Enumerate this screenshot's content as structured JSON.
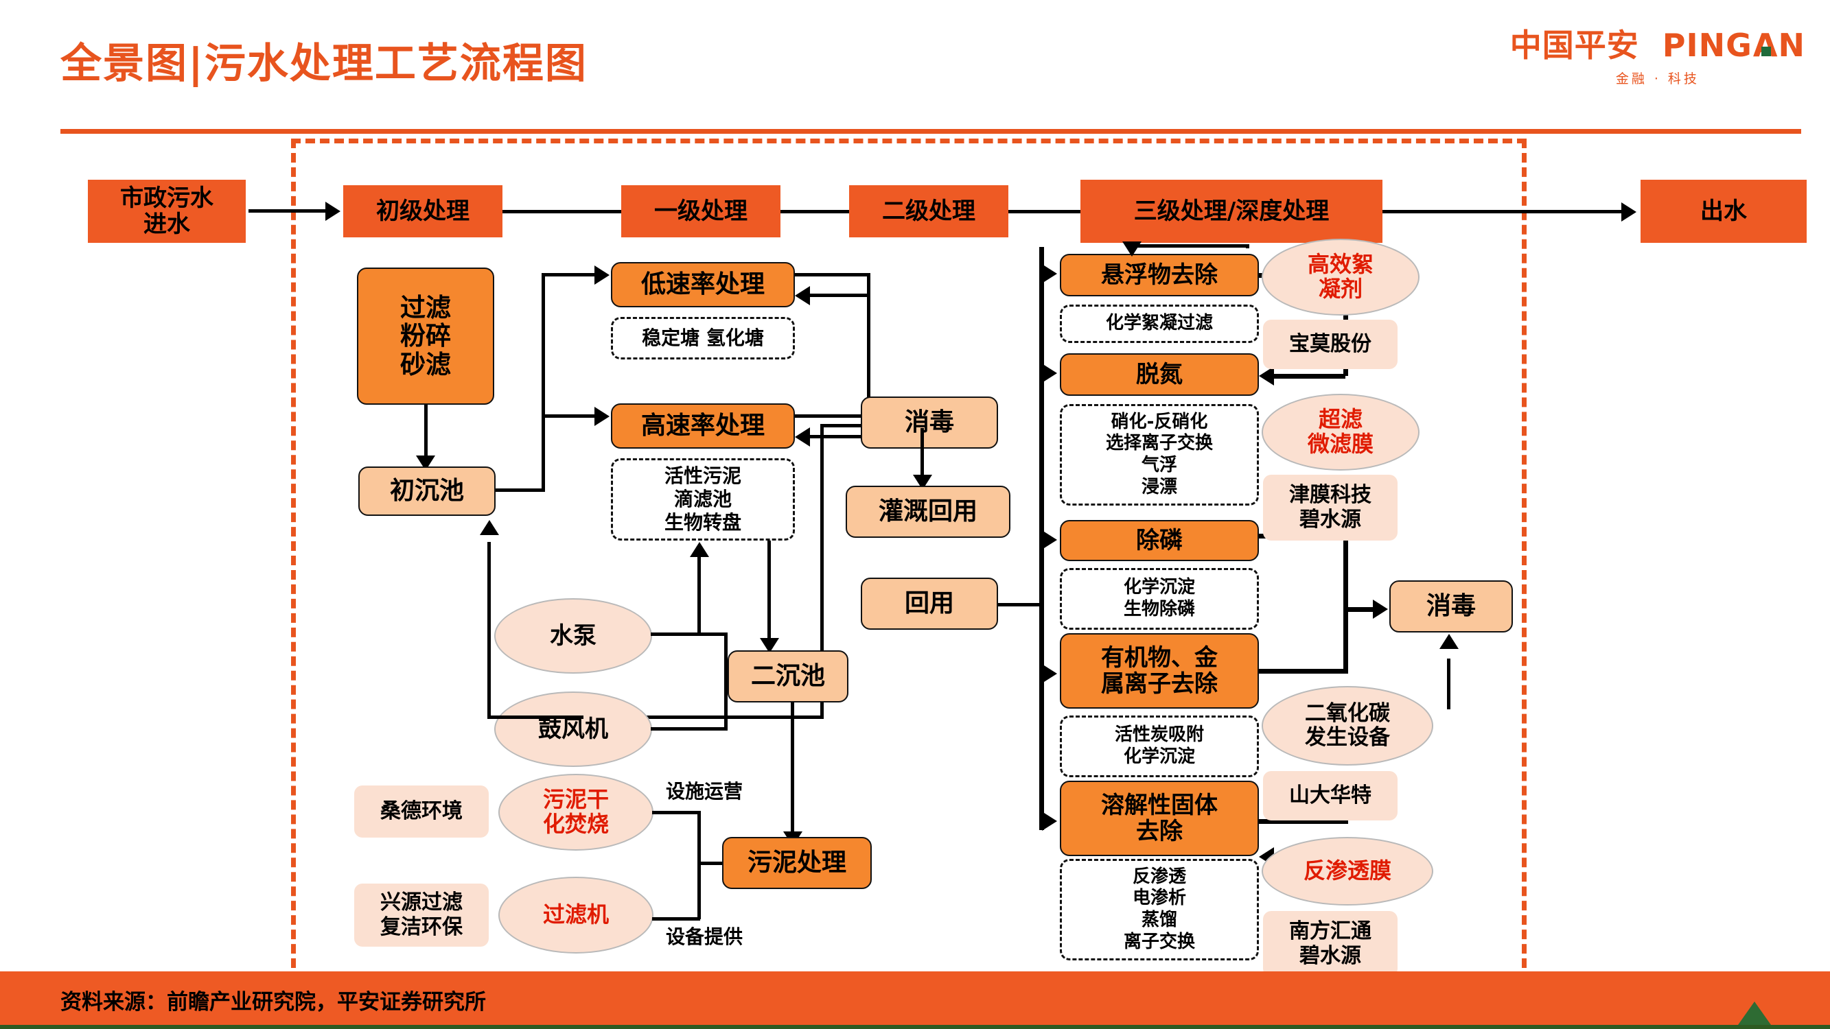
{
  "header": {
    "title": "全景图|污水处理工艺流程图",
    "logo_main": "中国平安 PING AN",
    "logo_main_cn": "中国平安",
    "logo_main_en1": "PING",
    "logo_main_en2": "AN",
    "logo_sub": "金融 · 科技"
  },
  "colors": {
    "brand_orange": "#E8541E",
    "node_solid": "#EE5A24",
    "node_dark": "#F5872E",
    "node_light": "#FAC79B",
    "tag_fill": "#FBE0D1",
    "red_text": "#E01B00",
    "footer_green": "#2E5B22"
  },
  "top_flow": {
    "inlet": "市政污水\n进水",
    "inlet_line1": "市政污水",
    "inlet_line2": "进水",
    "stages": [
      {
        "label": "初级处理"
      },
      {
        "label": "一级处理"
      },
      {
        "label": "二级处理"
      },
      {
        "label": "三级处理/深度处理"
      }
    ],
    "outlet": "出水"
  },
  "primary": {
    "pretreat_l1": "过滤",
    "pretreat_l2": "粉碎",
    "pretreat_l3": "砂滤",
    "primary_clarifier": "初沉池",
    "low_rate": "低速率处理",
    "low_rate_detail": "稳定塘 氢化塘",
    "high_rate": "高速率处理",
    "high_rate_detail": [
      "活性污泥",
      "滴滤池",
      "生物转盘"
    ],
    "secondary_clarifier": "二沉池",
    "pump": "水泵",
    "blower": "鼓风机"
  },
  "middle": {
    "disinfect": "消毒",
    "irrigation_reuse": "灌溉回用",
    "reuse": "回用"
  },
  "sludge": {
    "company_1": "桑德环境",
    "ellipse_1_l1": "污泥干",
    "ellipse_1_l2": "化焚烧",
    "edge_label_1": "设施运营",
    "company_2_l1": "兴源过滤",
    "company_2_l2": "复洁环保",
    "ellipse_2": "过滤机",
    "edge_label_2": "设备提供",
    "sludge_treatment": "污泥处理"
  },
  "tertiary": {
    "steps": [
      {
        "title": "悬浮物去除",
        "title_lines": [
          "悬浮物去除"
        ],
        "detail": [
          "化学絮凝过滤"
        ]
      },
      {
        "title": "脱氮",
        "title_lines": [
          "脱氮"
        ],
        "detail": [
          "硝化-反硝化",
          "选择离子交换",
          "气浮",
          "浸漂"
        ]
      },
      {
        "title": "除磷",
        "title_lines": [
          "除磷"
        ],
        "detail": [
          "化学沉淀",
          "生物除磷"
        ]
      },
      {
        "title": "有机物、金属离子去除",
        "title_lines": [
          "有机物、金",
          "属离子去除"
        ],
        "detail": [
          "活性炭吸附",
          "化学沉淀"
        ]
      },
      {
        "title": "溶解性固体去除",
        "title_lines": [
          "溶解性固体",
          "去除"
        ],
        "detail": [
          "反渗透",
          "电渗析",
          "蒸馏",
          "离子交换"
        ]
      }
    ],
    "disinfect": "消毒"
  },
  "suppliers": [
    {
      "tech_lines": [
        "高效絮",
        "凝剂"
      ],
      "tech_color": "red",
      "companies": [
        "宝莫股份"
      ]
    },
    {
      "tech_lines": [
        "超滤",
        "微滤膜"
      ],
      "tech_color": "red",
      "companies": [
        "津膜科技",
        "碧水源"
      ]
    },
    {
      "tech_lines": [
        "二氧化碳",
        "发生设备"
      ],
      "tech_color": "black",
      "companies": [
        "山大华特"
      ]
    },
    {
      "tech_lines": [
        "反渗透膜"
      ],
      "tech_color": "red",
      "companies": [
        "南方汇通",
        "碧水源"
      ]
    }
  ],
  "footer": {
    "source": "资料来源：前瞻产业研究院，平安证券研究所"
  }
}
